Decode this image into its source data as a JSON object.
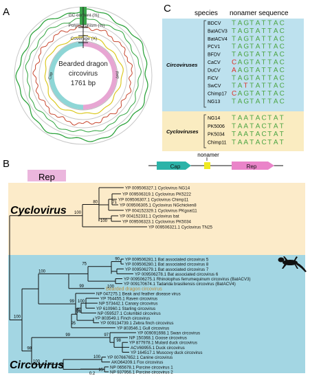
{
  "panel_a": {
    "letter": "A",
    "gc_label": "GC content (%)",
    "poly_label": "Polymorphism (%)",
    "cov_label": "Coverage (X)",
    "center_line1": "Bearded dragon",
    "center_line2": "circovirus",
    "center_line3": "1761 bp",
    "gene_cap": "Cap",
    "gene_rep": "Rep"
  },
  "panel_c": {
    "letter": "C",
    "col_species": "species",
    "col_nonamer": "nonamer sequence",
    "circo_group": "Circoviruses",
    "cyclo_group": "Cycloviruses",
    "circo_rows": [
      {
        "name": "BDCV",
        "seq": "TAGTATTAC"
      },
      {
        "name": "BatACV3",
        "seq": "TAGTATTAC"
      },
      {
        "name": "BatACV4",
        "seq": "TAGTATTAC"
      },
      {
        "name": "PCV1",
        "seq": "TAGTATTAC"
      },
      {
        "name": "BFDV",
        "seq": "TAGTATTAC"
      },
      {
        "name": "CaCV",
        "seq": "CAGTATTAC"
      },
      {
        "name": "DuCV",
        "seq": "AAGTATTAC"
      },
      {
        "name": "FiCV",
        "seq": "TAGTATTAC"
      },
      {
        "name": "SwCV",
        "seq": "TATTATTAC"
      },
      {
        "name": "Chimp17",
        "seq": "CAGTATTAC"
      },
      {
        "name": "NG13",
        "seq": "TAGTATTAC"
      }
    ],
    "cyclo_rows": [
      {
        "name": "NG14",
        "seq": "TAATACTAT"
      },
      {
        "name": "PK5006",
        "seq": "TAATACTAT"
      },
      {
        "name": "PK5034",
        "seq": "TAATACTAT"
      },
      {
        "name": "Chimp11",
        "seq": "TAATACTAT"
      }
    ],
    "map_cap": "Cap",
    "map_rep": "Rep",
    "map_nonamer": "nonamer"
  },
  "panel_b": {
    "letter": "B",
    "legend_rep": "Rep",
    "cyclovirus_label": "Cyclovirus",
    "circovirus_label": "Circovirus",
    "scale_label": "0.2",
    "highlight_leaf": "Bearded dragon circovirus",
    "leaves": [
      "YP 009506327.1 Cyclovirus NG14",
      "YP 009506319.1 Cyclovirus PK5222",
      "YP 009506307.1 Cyclovirus Chimp11",
      "YP 009506305.1 Cyclovirus NGchicken8",
      "YP 004152329.1 Cyclovirus PKgoat11",
      "YP 004152331.1 Cyclovirus bat",
      "YP 009506323.1 Cyclovirus PK5034",
      "YP 009506321.1 Cyclovirus TN25",
      "YP 009506281.1 Bat associated circovirus 5",
      "YP 009506280.1 Bat associated circovirus 8",
      "YP 009506279.1 Bat associated circovirus 7",
      "YP 009506278.1 Bat associated circovirus 6",
      "YP 009506275.1 Rhinolophus ferrumequinum circovirus (BatACV3)",
      "YP 009170674.1 Tadarida brasiliensis circovirus (BatACV4)",
      "Bearded dragon circovirus",
      "NP 047275.1 Beak and feather disease virus",
      "YP 764455.1 Raven circovirus",
      "NP 573442.1 Canary circovirus",
      "YP 610960.1 Starling circovirus",
      "NP 059527.1 Columbid circovirus",
      "YP 803549.1 Finch circovirus",
      "YP 009134739.1 Zebra finch circovirus",
      "YP 803546.1 Gull circovirus",
      "YP 009091698.1 Swan circovirus",
      "NP 150368.1 Goose circovirus",
      "YP 877978.1 Mulard duck circovirus",
      "ACV69955.1 Duck circovirus",
      "YP 164517.1 Muscovy duck circovirus",
      "YP 007667652.1 Canine circovirus",
      "AKO64209.1 Fox circovirus",
      "NP 065678.1 Porcine circovirus 1",
      "NP 937956.1 Porcine circovirus 2"
    ],
    "bootstrap": [
      "80",
      "71",
      "100",
      "100",
      "90",
      "75",
      "100",
      "99",
      "99",
      "100",
      "96",
      "96",
      "95",
      "100",
      "98",
      "97",
      "99",
      "100",
      "100",
      "95",
      "98",
      "99",
      "100"
    ]
  },
  "colors": {
    "circo_bg": "#a3d6e3",
    "cyclo_bg": "#fcebc9",
    "cap": "#2bb3a8",
    "rep": "#ea84c9",
    "nonamer": "#f0ea22",
    "seq_green": "#4da544",
    "seq_red": "#d9362b",
    "cyclo_box": "#faecc1",
    "circo_box": "#bde1ee"
  }
}
